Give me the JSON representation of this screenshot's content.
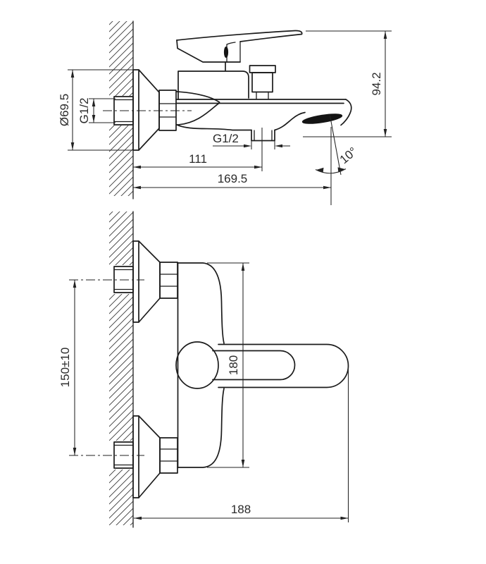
{
  "side_view": {
    "labels": {
      "flange_diameter": "Ø69.5",
      "inlet_thread": "G1/2",
      "spout_height": "94.2",
      "outlet_thread": "G1/2",
      "wall_to_outlet": "111",
      "wall_to_spout": "169.5",
      "spout_angle": "10°"
    }
  },
  "front_view": {
    "labels": {
      "mounting_centers": "150±10",
      "body_height": "180",
      "overall_length": "188"
    }
  }
}
